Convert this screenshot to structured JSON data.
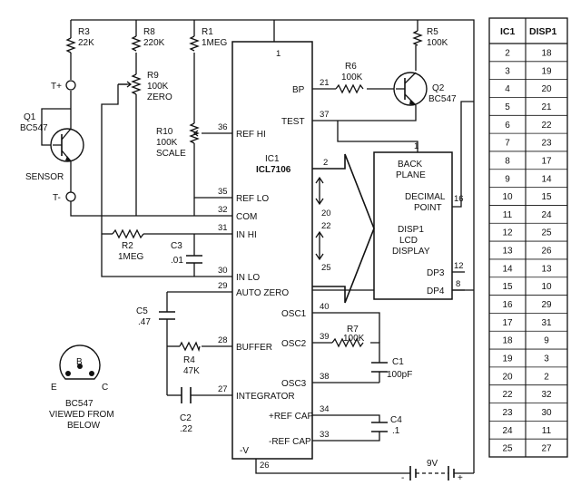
{
  "ic": {
    "ref": "IC1",
    "part": "ICL7106"
  },
  "display": {
    "ref": "DISP1",
    "line1": "LCD",
    "line2": "DISPLAY",
    "back_plane_1": "BACK",
    "back_plane_2": "PLANE",
    "dp_1": "DECIMAL",
    "dp_2": "POINT",
    "dp3": "DP3",
    "dp4": "DP4"
  },
  "ic_pins": {
    "bp": "BP",
    "test": "TEST",
    "ref_hi": "REF HI",
    "ref_lo": "REF LO",
    "com": "COM",
    "in_hi": "IN HI",
    "in_lo": "IN LO",
    "auto_zero": "AUTO ZERO",
    "buffer": "BUFFER",
    "integrator": "INTEGRATOR",
    "osc1": "OSC1",
    "osc2": "OSC2",
    "osc3": "OSC3",
    "pref_cap": "+REF CAP",
    "nref_cap": "-REF CAP",
    "v_minus": "-V"
  },
  "pin_numbers": {
    "p1": "1",
    "p21": "21",
    "p37": "37",
    "p36": "36",
    "p35": "35",
    "p32": "32",
    "p31": "31",
    "p30": "30",
    "p29": "29",
    "p28": "28",
    "p27": "27",
    "p40": "40",
    "p39": "39",
    "p38": "38",
    "p34": "34",
    "p33": "33",
    "p26": "26",
    "p2": "2",
    "p20": "20",
    "p22": "22",
    "p25": "25",
    "d1": "1",
    "d16": "16",
    "d12": "12",
    "d8": "8"
  },
  "components": {
    "r3": {
      "ref": "R3",
      "val": "22K"
    },
    "r8": {
      "ref": "R8",
      "val": "220K"
    },
    "r1": {
      "ref": "R1",
      "val": "1MEG"
    },
    "r9": {
      "ref": "R9",
      "val": "100K",
      "note": "ZERO"
    },
    "r10": {
      "ref": "R10",
      "val": "100K",
      "note": "SCALE"
    },
    "r5": {
      "ref": "R5",
      "val": "100K"
    },
    "r6": {
      "ref": "R6",
      "val": "100K"
    },
    "r2": {
      "ref": "R2",
      "val": "1MEG"
    },
    "r4": {
      "ref": "R4",
      "val": "47K"
    },
    "r7": {
      "ref": "R7",
      "val": "100K"
    },
    "c3": {
      "ref": "C3",
      "val": ".01"
    },
    "c5": {
      "ref": "C5",
      "val": ".47"
    },
    "c2": {
      "ref": "C2",
      "val": ".22"
    },
    "c1": {
      "ref": "C1",
      "val": "100pF"
    },
    "c4": {
      "ref": "C4",
      "val": ".1"
    },
    "q1": {
      "ref": "Q1",
      "val": "BC547",
      "note": "SENSOR"
    },
    "q2": {
      "ref": "Q2",
      "val": "BC547"
    },
    "battery": {
      "val": "9V",
      "plus": "+",
      "minus": "-"
    }
  },
  "terminals": {
    "t_plus": "T+",
    "t_minus": "T-"
  },
  "pinout": {
    "b": "B",
    "e": "E",
    "c": "C",
    "part": "BC547",
    "line1": "VIEWED FROM",
    "line2": "BELOW"
  },
  "table": {
    "headers": [
      "IC1",
      "DISP1"
    ],
    "rows": [
      [
        "2",
        "18"
      ],
      [
        "3",
        "19"
      ],
      [
        "4",
        "20"
      ],
      [
        "5",
        "21"
      ],
      [
        "6",
        "22"
      ],
      [
        "7",
        "23"
      ],
      [
        "8",
        "17"
      ],
      [
        "9",
        "14"
      ],
      [
        "10",
        "15"
      ],
      [
        "11",
        "24"
      ],
      [
        "12",
        "25"
      ],
      [
        "13",
        "26"
      ],
      [
        "14",
        "13"
      ],
      [
        "15",
        "10"
      ],
      [
        "16",
        "29"
      ],
      [
        "17",
        "31"
      ],
      [
        "18",
        "9"
      ],
      [
        "19",
        "3"
      ],
      [
        "20",
        "2"
      ],
      [
        "22",
        "32"
      ],
      [
        "23",
        "30"
      ],
      [
        "24",
        "11"
      ],
      [
        "25",
        "27"
      ]
    ]
  }
}
